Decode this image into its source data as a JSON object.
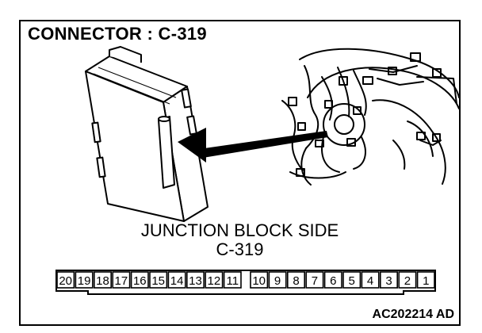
{
  "title": "CONNECTOR : C-319",
  "caption": {
    "line1": "JUNCTION BLOCK SIDE",
    "line2": "C-319"
  },
  "connector": {
    "pins": [
      "20",
      "19",
      "18",
      "17",
      "16",
      "15",
      "14",
      "13",
      "12",
      "11",
      "10",
      "9",
      "8",
      "7",
      "6",
      "5",
      "4",
      "3",
      "2",
      "1"
    ]
  },
  "figure_code": "AC202214 AD"
}
